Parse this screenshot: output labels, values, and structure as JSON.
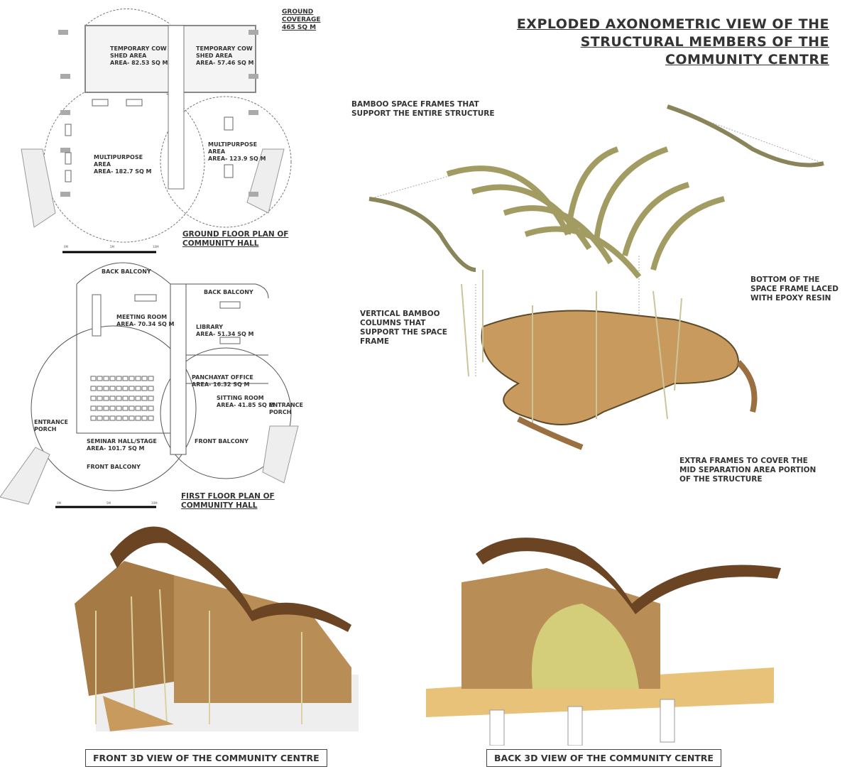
{
  "ground_plan": {
    "coverage": [
      "GROUND",
      "COVERAGE",
      "465 SQ M"
    ],
    "rooms": [
      {
        "name": "TEMPORARY COW",
        "name2": "SHED AREA",
        "area": "AREA- 82.53 SQ M"
      },
      {
        "name": "TEMPORARY COW",
        "name2": "SHED AREA",
        "area": "AREA- 57.46 SQ M"
      },
      {
        "name": "MULTIPURPOSE",
        "name2": "AREA",
        "area": "AREA- 182.7 SQ M"
      },
      {
        "name": "MULTIPURPOSE",
        "name2": "AREA",
        "area": "AREA- 123.9 SQ M"
      }
    ],
    "title": [
      "GROUND FLOOR PLAN OF",
      "COMMUNITY HALL"
    ],
    "scale": [
      "0M",
      "5M",
      "10M"
    ]
  },
  "first_plan": {
    "labels": {
      "back_balcony_1": "BACK BALCONY",
      "back_balcony_2": "BACK BALCONY",
      "meeting": "MEETING ROOM",
      "meeting_area": "AREA- 70.34 SQ M",
      "library": "LIBRARY",
      "library_area": "AREA- 51.34 SQ M",
      "panchayat": "PANCHAYAT OFFICE",
      "panchayat_area": "AREA- 16.32 SQ M",
      "sitting": "SITTING ROOM",
      "sitting_area": "AREA- 41.85 SQ M",
      "entrance_l": "ENTRANCE",
      "porch_l": "PORCH",
      "entrance_r": "ENTRANCE",
      "porch_r": "PORCH",
      "seminar": "SEMINAR HALL/STAGE",
      "seminar_area": "AREA- 101.7 SQ M",
      "front_balcony_1": "FRONT BALCONY",
      "front_balcony_2": "FRONT BALCONY"
    },
    "title": [
      "FIRST FLOOR PLAN OF",
      "COMMUNITY HALL"
    ],
    "scale": [
      "0M",
      "5M",
      "10M"
    ]
  },
  "axonometric": {
    "title": [
      "EXPLODED AXONOMETRIC VIEW OF THE",
      "STRUCTURAL MEMBERS OF THE",
      "COMMUNITY CENTRE"
    ],
    "annotations": {
      "space_frames": [
        "BAMBOO SPACE FRAMES THAT",
        "SUPPORT THE ENTIRE STRUCTURE"
      ],
      "bottom": [
        "BOTTOM OF THE",
        "SPACE FRAME LACED",
        "WITH EPOXY RESIN"
      ],
      "columns": [
        "VERTICAL BAMBOO",
        "COLUMNS THAT",
        "SUPPORT THE SPACE",
        "FRAME"
      ],
      "extra": [
        "EXTRA FRAMES TO COVER THE",
        "MID SEPARATION AREA PORTION",
        "OF THE STRUCTURE"
      ]
    }
  },
  "views": {
    "front_caption": "FRONT 3D VIEW OF THE COMMUNITY CENTRE",
    "back_caption": "BACK 3D VIEW OF THE COMMUNITY CENTRE"
  },
  "colors": {
    "roof": "#6b4423",
    "wood": "#c89a5e",
    "bamboo": "#d8d3a0",
    "line": "#444444"
  }
}
